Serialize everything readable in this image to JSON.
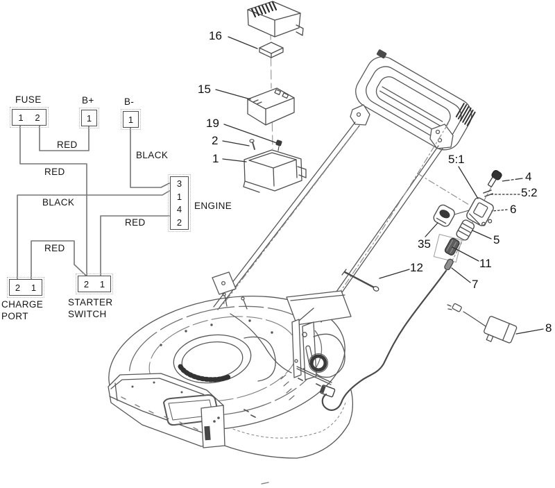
{
  "diagram": {
    "type": "parts-and-wiring-diagram",
    "subject": "walk-behind lawn mower electric start system"
  },
  "colors": {
    "background": "#ffffff",
    "line": "#4d4d4d",
    "line_light": "#8a8a8a",
    "dark_fill": "#3a3a3a",
    "text": "#141414"
  },
  "wiring": {
    "fuse": {
      "label": "FUSE",
      "pins": [
        "1",
        "2"
      ]
    },
    "b_plus": {
      "label": "B+",
      "pins": [
        "1"
      ]
    },
    "b_minus": {
      "label": "B-",
      "pins": [
        "1"
      ]
    },
    "engine": {
      "label": "ENGINE",
      "pins": [
        "3",
        "1",
        "4",
        "2"
      ]
    },
    "charge_port": {
      "line1": "CHARGE",
      "line2": "PORT",
      "pins": [
        "2",
        "1"
      ]
    },
    "starter_switch": {
      "line1": "STARTER",
      "line2": "SWITCH",
      "pins": [
        "2",
        "1"
      ]
    },
    "wire_labels": {
      "red_fuse_to_bplus": "RED",
      "red_fuse_to_starter": "RED",
      "black_bminus_to_engine": "BLACK",
      "black_charge_to_engine": "BLACK",
      "red_charge_to_starter": "RED",
      "red_starter_to_engine": "RED"
    }
  },
  "callouts": [
    {
      "id": "16",
      "label": "16"
    },
    {
      "id": "15",
      "label": "15"
    },
    {
      "id": "19",
      "label": "19"
    },
    {
      "id": "2",
      "label": "2"
    },
    {
      "id": "1",
      "label": "1"
    },
    {
      "id": "5:1",
      "label": "5:1"
    },
    {
      "id": "4",
      "label": "4"
    },
    {
      "id": "5:2",
      "label": "5:2"
    },
    {
      "id": "6",
      "label": "6"
    },
    {
      "id": "35",
      "label": "35"
    },
    {
      "id": "5",
      "label": "5"
    },
    {
      "id": "11",
      "label": "11"
    },
    {
      "id": "12",
      "label": "12"
    },
    {
      "id": "7",
      "label": "7"
    },
    {
      "id": "8",
      "label": "8"
    }
  ]
}
